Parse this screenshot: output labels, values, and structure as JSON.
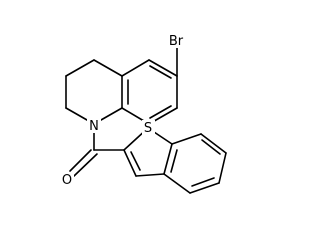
{
  "colors": {
    "bond": "#000000",
    "background": "#ffffff"
  },
  "atoms": {
    "br": "Br",
    "n": "N",
    "s": "S",
    "o": "O"
  }
}
